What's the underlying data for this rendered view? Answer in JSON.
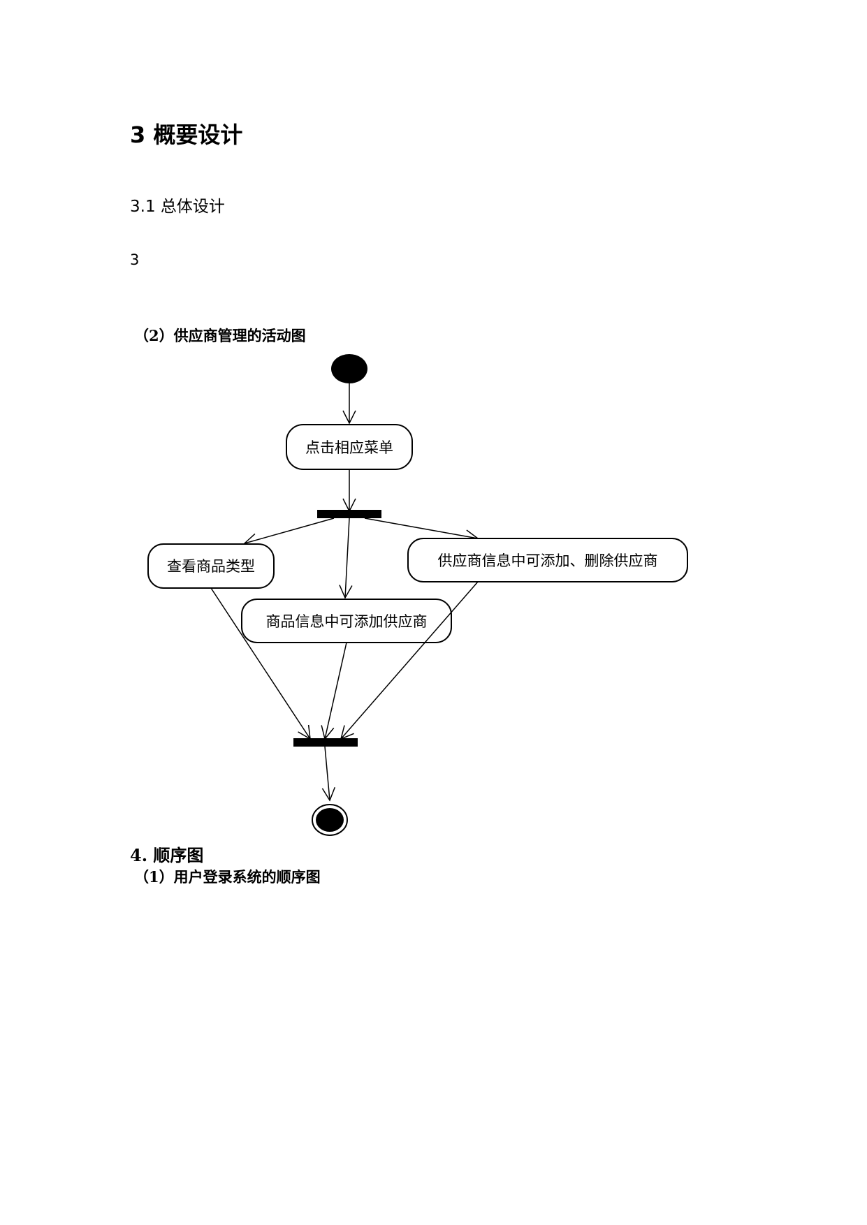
{
  "document": {
    "section_title": "3  概要设计",
    "subsection_title": "3.1  总体设计",
    "paragraph_number": "3",
    "figure_caption": "（2）供应商管理的活动图",
    "sequence_heading": "4. 顺序图",
    "sequence_subcaption": "（1）用户登录系统的顺序图"
  },
  "diagram": {
    "nodes": {
      "click_menu": "点击相应菜单",
      "view_product_types": "查看商品类型",
      "supplier_info_add_delete": "供应商信息中可添加、删除供应商",
      "product_info_add_supplier": "商品信息中可添加供应商"
    }
  }
}
